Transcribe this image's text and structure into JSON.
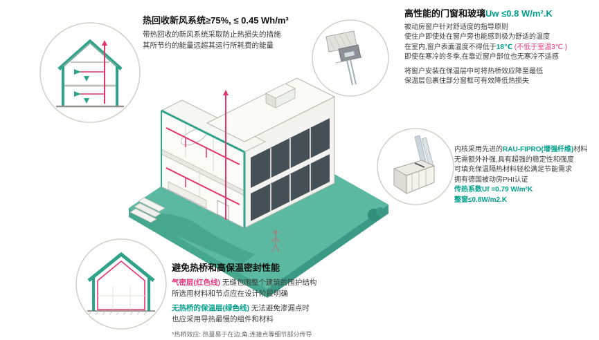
{
  "colors": {
    "accent_teal": "#00a08c",
    "accent_red": "#e5337c",
    "platform_teal": "#5cb9a1"
  },
  "ventilation_section": {
    "title": "热回收新风系统≥75%, ≤ 0.45 Wh/m³",
    "line1": "带热回收的新风系统采取防止热损失的措施",
    "line2": "其所节约的能量远超其运行所耗费的能量"
  },
  "window_section": {
    "title_black": "高性能的门窗和玻璃",
    "title_green": "Uw ≤0.8 W/m².K",
    "line1": "被动房窗户针对舒适度的指导原则",
    "line2": "使住户即使处在窗户旁也能感到极为舒适的温度",
    "line3_pre": "在室内,窗户表面温度不得低于",
    "line3_temp": "18℃",
    "line3_red": " (不低于室温3℃ )",
    "line4": "即使在寒冷的冬季,在靠近窗户部位也无寒冷不适感",
    "line5": "将窗户安装在保温层中可将热桥效应降至最低",
    "line6": "保温层包裹住部分窗框可有效降低热损失"
  },
  "profile_section": {
    "line1_pre": "内核采用先进的",
    "line1_green": "RAU-FIPRO(增强纤维)",
    "line1_post": "材料",
    "line2": "无需额外补强,具有超强的稳定性和强度",
    "line3": "可填充保温隔热材料轻松满足节能需求",
    "line4": "拥有德国被动房PHI认证",
    "line5": "传热系数Uf =0.79 W/m²K",
    "line6": "整窗≤0.8W/m2.K"
  },
  "insulation_section": {
    "title": "避免热桥和高保温密封性能",
    "p1_lead": "气密层(红色线)",
    "p1_rest": " 无缝包围整个建筑的围护结构",
    "p1_line2": "所选用材料和节点应在设计阶段明确",
    "p2_lead": "无热桥的保温层(绿色线)",
    "p2_rest": " 无法避免渗漏点时",
    "p2_line2": "也应采用导热最慢的组件和材料",
    "footnote": "*热桥效应: 热量易于在边,角,连接点等细节部分传导"
  }
}
